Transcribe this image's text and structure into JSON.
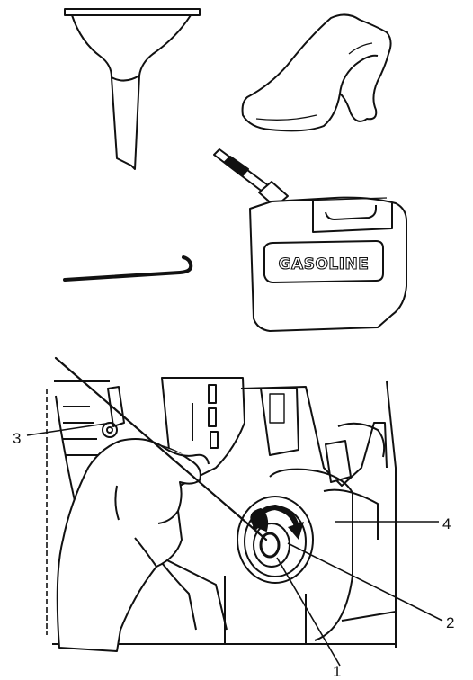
{
  "tools": {
    "can_label": "GASOLINE"
  },
  "callouts": {
    "c1": "1",
    "c2": "2",
    "c3": "3",
    "c4": "4"
  }
}
